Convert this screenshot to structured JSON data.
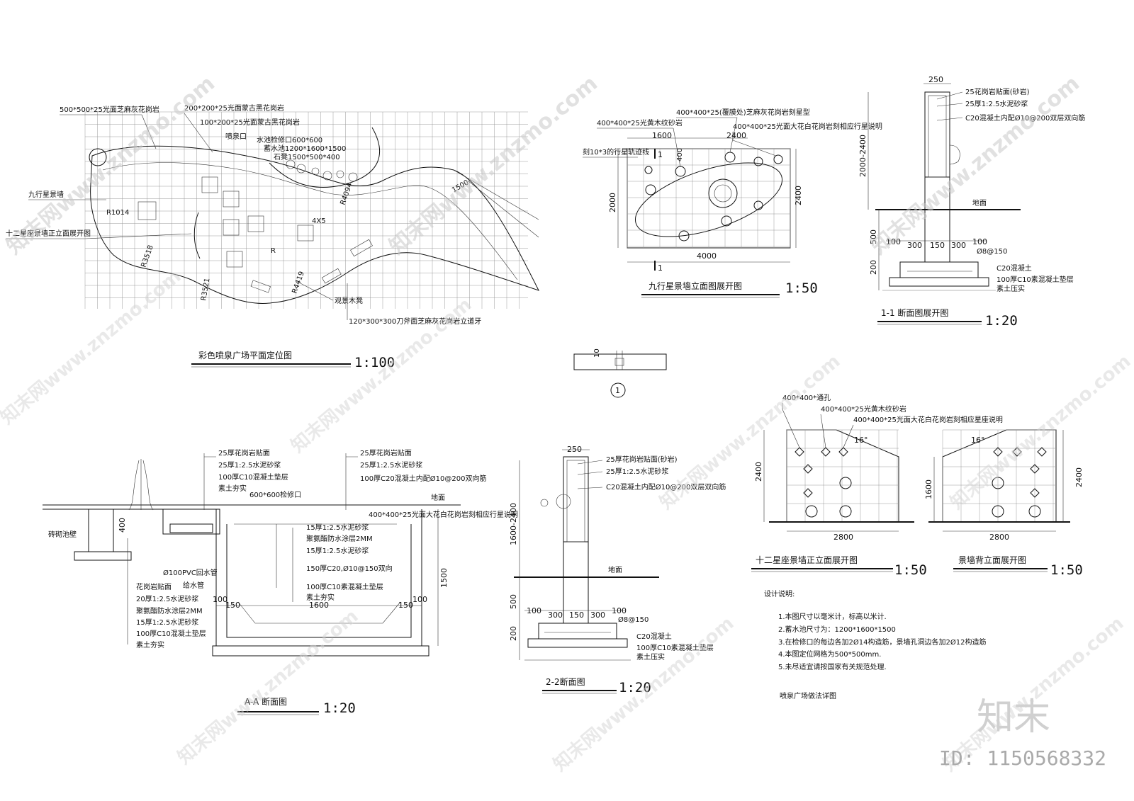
{
  "plan": {
    "title": "彩色喷泉广场平面定位图",
    "scale": "1:100",
    "labels": [
      "500*500*25光面芝麻灰花岗岩",
      "200*200*25光面蒙古黑花岗岩",
      "100*200*25光面蒙古黑花岗岩",
      "喷泉口",
      "水池检修口600*600",
      "蓄水池1200*1600*1500",
      "石凳1500*500*400",
      "九行星景墙",
      "十二星座景墙正立面展开图",
      "观景木凳",
      "120*300*300刀斧面芝麻灰花岗岩立道牙"
    ],
    "dims": [
      "R1014",
      "R3518",
      "R3521",
      "R4419",
      "R4094",
      "1500",
      "4X5",
      "R"
    ]
  },
  "wall9": {
    "title": "九行星景墙立面图展开图",
    "scale": "1:50",
    "labels": [
      "400*400*25(覆膜处)芝麻灰花岗岩刻星型",
      "400*400*25光黄木纹砂岩",
      "400*400*25光面大花白花岗岩刻相应行星说明",
      "刻10*3的行星轨迹线"
    ],
    "dims": [
      "1600",
      "2400",
      "4000",
      "2000",
      "2400",
      "400"
    ],
    "cut": "1"
  },
  "sec11": {
    "title": "1-1 断面图展开图",
    "scale": "1:20",
    "labels": [
      "25花岗岩贴面(砂岩)",
      "25厚1:2.5水泥砂浆",
      "C20混凝土内配Ø10@200双层双向筋",
      "地面",
      "Ø8@150",
      "C20混凝土",
      "100厚C10素混凝土垫层",
      "素土压实"
    ],
    "dims": [
      "250",
      "2000-2400",
      "500",
      "200",
      "100",
      "300",
      "150",
      "300",
      "100"
    ]
  },
  "detail1": {
    "mark": "1",
    "dim": "10"
  },
  "secAA": {
    "title": "A-A  断面图",
    "scale": "1:20",
    "labels_left": [
      "25厚花岗岩贴面",
      "25厚1:2.5水泥砂浆",
      "100厚C10混凝土垫层",
      "素土夯实"
    ],
    "labels_mid": [
      "25厚花岗岩贴面",
      "25厚1:2.5水泥砂浆",
      "100厚C20混凝土内配Ø10@200双向筋"
    ],
    "labels_top": [
      "地面",
      "600*600检修口",
      "400*400*25光面大花白花岗岩刻相应行星说明"
    ],
    "labels_inner": [
      "15厚1:2.5水泥砂浆",
      "聚氨酯防水涂层2MM",
      "15厚1:2.5水泥砂浆",
      "150厚C20,Ø10@150双向",
      "100厚C10素混凝土垫层",
      "素土夯实"
    ],
    "labels_pipe": [
      "Ø100PVC回水管",
      "给水管",
      "砖砌池壁"
    ],
    "labels_bottom": [
      "花岗岩贴面",
      "20厚1:2.5水泥砂浆",
      "聚氨酯防水涂层2MM",
      "15厚1:2.5水泥砂浆",
      "100厚C10混凝土垫层",
      "素土夯实"
    ],
    "dims": [
      "400",
      "1500",
      "1600",
      "100",
      "150",
      "150",
      "100"
    ]
  },
  "sec22": {
    "title": "2-2断面图",
    "scale": "1:20",
    "labels": [
      "25厚花岗岩贴面(砂岩)",
      "25厚1:2.5水泥砂浆",
      "C20混凝土内配Ø10@200双层双向筋",
      "地面",
      "Ø8@150",
      "C20混凝土",
      "100厚C10素混凝土垫层",
      "素土压实"
    ],
    "dims": [
      "250",
      "1600-2400",
      "500",
      "200",
      "100",
      "300",
      "150",
      "300",
      "100"
    ]
  },
  "wall12": {
    "title": "十二星座景墙正立面展开图",
    "scale": "1:50",
    "labels": [
      "400*400*通孔",
      "400*400*25光黄木纹砂岩",
      "400*400*25光面大花白花岗岩刻相应星座说明"
    ],
    "dims": [
      "2400",
      "2800",
      "16°"
    ]
  },
  "wallBack": {
    "title": "景墙背立面展开图",
    "scale": "1:50",
    "dims": [
      "1600",
      "2400",
      "2800",
      "16°"
    ]
  },
  "notes": {
    "heading": "设计说明:",
    "items": [
      "1.本图尺寸以毫米计，标高以米计.",
      "2.蓄水池尺寸为：1200*1600*1500",
      "3.在检修口的每边各加2Ø14构造筋，景墙孔洞边各加2Ø12构造筋",
      "4.本图定位网格为500*500mm.",
      "5.未尽适宜请按国家有关规范处理."
    ],
    "footer": "喷泉广场做法详图"
  },
  "brand": {
    "logo": "知末",
    "id": "ID: 1150568332",
    "watermark": "知末网www.znzmo.com"
  }
}
